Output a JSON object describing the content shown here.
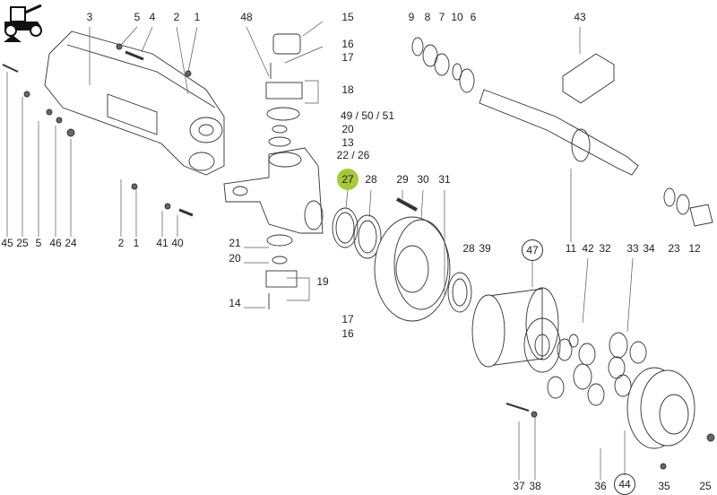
{
  "diagram": {
    "highlight_color": "#a6c83c",
    "callouts": [
      "3",
      "5",
      "4",
      "2",
      "1",
      "48",
      "15",
      "16",
      "17",
      "18",
      "49 / 50 / 51",
      "20",
      "13",
      "22 / 26",
      "27",
      "28",
      "29",
      "30",
      "31",
      "9",
      "8",
      "7",
      "10",
      "6",
      "43",
      "11",
      "42",
      "32",
      "33",
      "34",
      "23",
      "12",
      "47",
      "28",
      "39",
      "21",
      "20",
      "19",
      "14",
      "17",
      "16",
      "45",
      "25",
      "5",
      "46",
      "24",
      "2",
      "1",
      "41",
      "40",
      "37",
      "38",
      "36",
      "44",
      "35",
      "25"
    ],
    "highlighted_callout": "27",
    "circled_callouts": [
      "47",
      "44"
    ]
  }
}
